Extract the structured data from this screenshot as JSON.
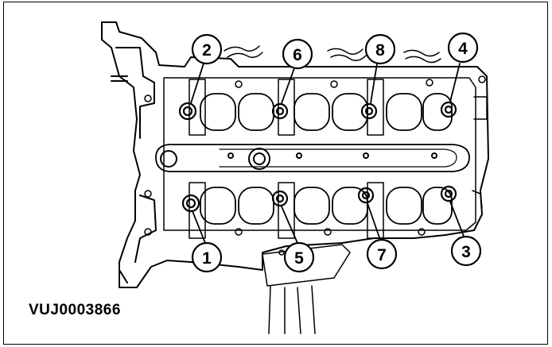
{
  "figure": {
    "reference_code": "VUJ0003866",
    "callouts": [
      "1",
      "2",
      "3",
      "4",
      "5",
      "6",
      "7",
      "8"
    ]
  }
}
